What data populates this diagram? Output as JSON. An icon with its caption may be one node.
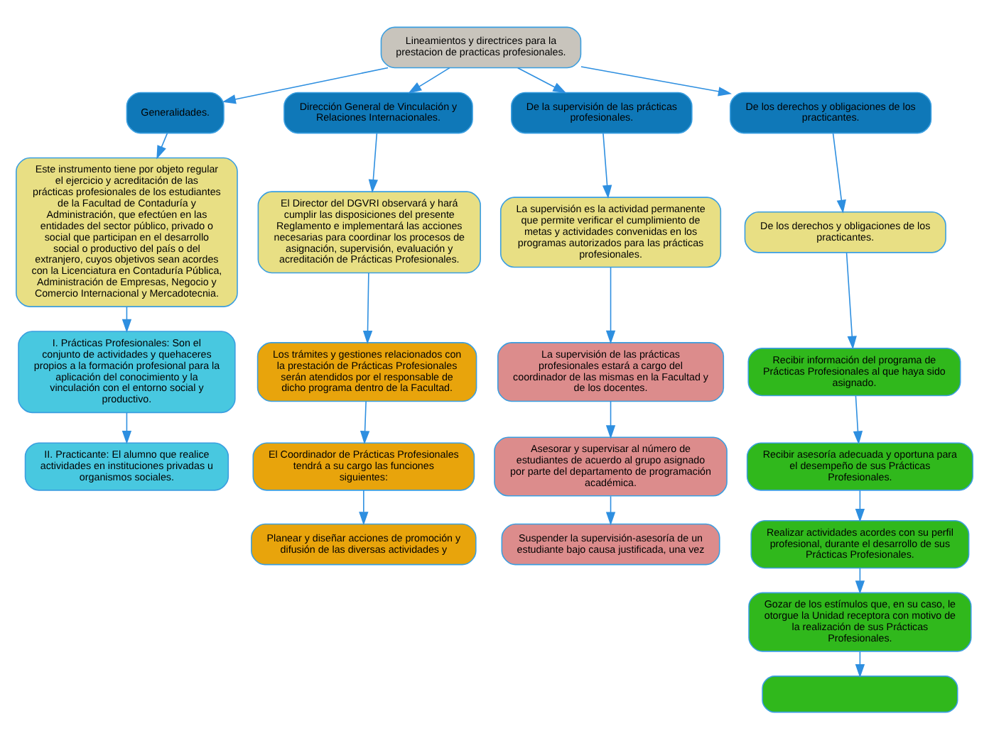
{
  "diagram": {
    "nodes": [
      {
        "text": [
          "Lineamientos y directrices para la prestacion de practicas profesionales."
        ]
      },
      {
        "text": [
          "Generalidades."
        ]
      },
      {
        "text": [
          "Este instrumento tiene por objeto regular el ejercicio y acreditación de las prácticas profesionales de los estudiantes de la Facultad de Contaduría y Administración, que efectúen en las entidades del sector público, privado o social que participan en el desarrollo social o productivo del país o del extranjero, cuyos objetivos sean acordes con la Licenciatura en Contaduría Pública, Administración de Empresas, Negocio y Comercio Internacional y Mercadotecnia."
        ]
      },
      {
        "text": [
          "I. Prácticas Profesionales: Son el conjunto de actividades y quehaceres propios a la formación profesional para la aplicación del conocimiento y la vinculación con el entorno social y productivo."
        ]
      },
      {
        "text": [
          "II. Practicante: El alumno que realice actividades en instituciones privadas u organismos sociales."
        ]
      },
      {
        "text": [
          "Dirección General de Vinculación y Relaciones Internacionales."
        ]
      },
      {
        "text": [
          "El Director del DGVRI observará y hará cumplir las disposiciones del presente Reglamento e implementará las acciones necesarias para coordinar los procesos de asignación, supervisión, evaluación y acreditación de Prácticas Profesionales."
        ]
      },
      {
        "text": [
          "Los trámites y gestiones relacionados con la prestación de Prácticas Profesionales serán atendidos por el responsable de dicho programa dentro de la Facultad."
        ]
      },
      {
        "text": [
          "El Coordinador de Prácticas Profesionales tendrá a su cargo las funciones siguientes:"
        ]
      },
      {
        "text": [
          "Planear y diseñar acciones de promoción y difusión de las diversas actividades y"
        ]
      },
      {
        "text": [
          "De la supervisión de las prácticas profesionales."
        ]
      },
      {
        "text": [
          "La supervisión es la actividad permanente que permite verificar el cumplimiento de metas y actividades convenidas en los programas autorizados para las prácticas profesionales."
        ]
      },
      {
        "text": [
          "La supervisión de las prácticas profesionales estará a cargo del coordinador de las mismas en la Facultad y de los docentes."
        ]
      },
      {
        "text": [
          "Asesorar y supervisar al número de estudiantes de acuerdo al grupo asignado por parte del departamento de programación académica."
        ]
      },
      {
        "text": [
          "Suspender la supervisión-asesoría de un estudiante bajo causa justificada, una vez"
        ]
      },
      {
        "text": [
          "De los derechos y obligaciones de los practicantes."
        ]
      },
      {
        "text": [
          "De los derechos y obligaciones de los practicantes."
        ]
      },
      {
        "text": [
          "Recibir información del programa de Prácticas Profesionales al que haya sido asignado."
        ]
      },
      {
        "text": [
          "Recibir asesoría adecuada y oportuna para el desempeño de sus Prácticas Profesionales."
        ]
      },
      {
        "text": [
          "Realizar actividades acordes con su perfil profesional, durante el desarrollo de sus Prácticas Profesionales."
        ]
      },
      {
        "text": [
          "Gozar de los estímulos que, en su caso, le otorgue la Unidad receptora con motivo de la realización de sus Prácticas Profesionales."
        ]
      },
      {
        "text": [],
        "shape": "box"
      }
    ],
    "edges": [
      {
        "from": 0,
        "to": 1,
        "arrow": "to"
      },
      {
        "from": 0,
        "to": 5,
        "arrow": "to"
      },
      {
        "from": 0,
        "to": 10,
        "arrow": "to"
      },
      {
        "from": 0,
        "to": 15,
        "arrow": "to"
      },
      {
        "from": 1,
        "to": 2,
        "arrow": "to"
      },
      {
        "from": 2,
        "to": 3,
        "arrow": "to"
      },
      {
        "from": 3,
        "to": 4,
        "arrow": "to"
      },
      {
        "from": 5,
        "to": 6,
        "arrow": "to"
      },
      {
        "from": 6,
        "to": 7,
        "arrow": "to"
      },
      {
        "from": 7,
        "to": 8,
        "arrow": "to"
      },
      {
        "from": 8,
        "to": 9,
        "arrow": "to"
      },
      {
        "from": 10,
        "to": 11,
        "arrow": "to"
      },
      {
        "from": 11,
        "to": 12,
        "arrow": "to"
      },
      {
        "from": 12,
        "to": 13,
        "arrow": "to"
      },
      {
        "from": 13,
        "to": 14,
        "arrow": "to"
      },
      {
        "from": 15,
        "to": 16,
        "arrow": "to"
      },
      {
        "from": 16,
        "to": 17,
        "arrow": "to"
      },
      {
        "from": 17,
        "to": 18,
        "arrow": "to"
      },
      {
        "from": 18,
        "to": 19,
        "arrow": "to"
      },
      {
        "from": 19,
        "to": 20,
        "arrow": "to"
      },
      {
        "from": 20,
        "to": 21,
        "arrow": "to"
      }
    ]
  }
}
